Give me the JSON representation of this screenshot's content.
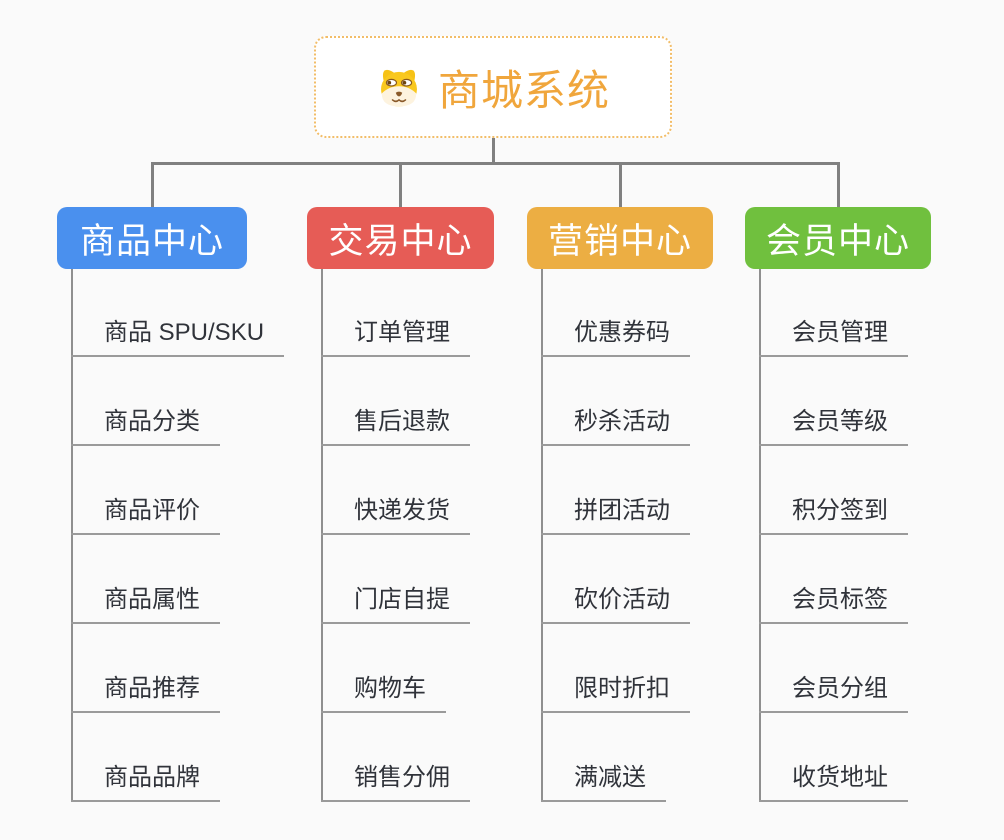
{
  "root": {
    "title": "商城系统",
    "icon": "shiba-dog-icon"
  },
  "branches": [
    {
      "id": "product-center",
      "label": "商品中心",
      "color": "#4a90ee",
      "children": [
        "商品 SPU/SKU",
        "商品分类",
        "商品评价",
        "商品属性",
        "商品推荐",
        "商品品牌"
      ]
    },
    {
      "id": "trade-center",
      "label": "交易中心",
      "color": "#e65c56",
      "children": [
        "订单管理",
        "售后退款",
        "快递发货",
        "门店自提",
        "购物车",
        "销售分佣"
      ]
    },
    {
      "id": "marketing-center",
      "label": "营销中心",
      "color": "#ecae43",
      "children": [
        "优惠券码",
        "秒杀活动",
        "拼团活动",
        "砍价活动",
        "限时折扣",
        "满减送"
      ]
    },
    {
      "id": "member-center",
      "label": "会员中心",
      "color": "#70c03e",
      "children": [
        "会员管理",
        "会员等级",
        "积分签到",
        "会员标签",
        "会员分组",
        "收货地址"
      ]
    }
  ],
  "colors": {
    "background": "#fafafa",
    "connector": "#808080",
    "leaf_line": "#9a9a9a",
    "leaf_text": "#30333a",
    "root_border": "#f2bd68",
    "root_title": "#f0a63c"
  }
}
